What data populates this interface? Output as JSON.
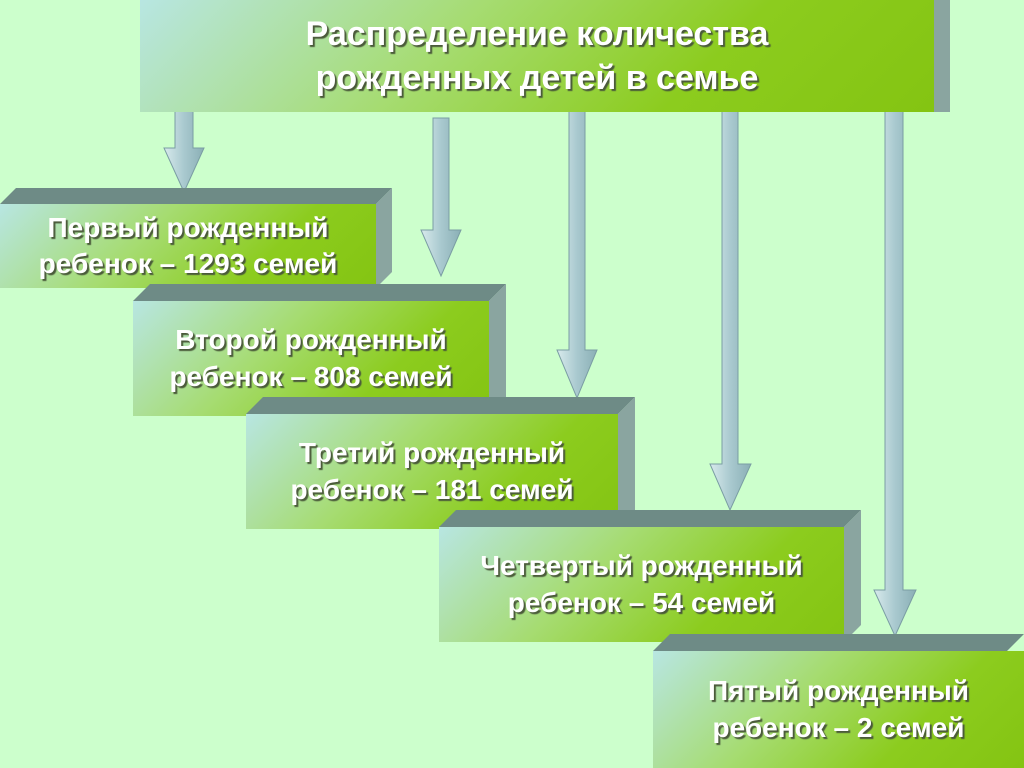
{
  "title": {
    "line1": "Распределение количества",
    "line2": "рожденных детей в семье"
  },
  "levels": [
    {
      "line1": "Первый рожденный",
      "line2": "ребенок – 1293 семей"
    },
    {
      "line1": "Второй рожденный",
      "line2": "ребенок – 808 семей"
    },
    {
      "line1": "Третий рожденный",
      "line2": "ребенок – 181 семей"
    },
    {
      "line1": "Четвертый рожденный",
      "line2": "ребенок – 54 семей"
    },
    {
      "line1": "Пятый рожденный",
      "line2": "ребенок – 2 семей"
    }
  ],
  "colors": {
    "background": "#ccffcc",
    "box_green": "#8ccc1e",
    "box_light": "#b8e6e2",
    "box_shadow": "#6e8b86",
    "arrow": "#a9c9cf",
    "text": "#ffffff"
  }
}
